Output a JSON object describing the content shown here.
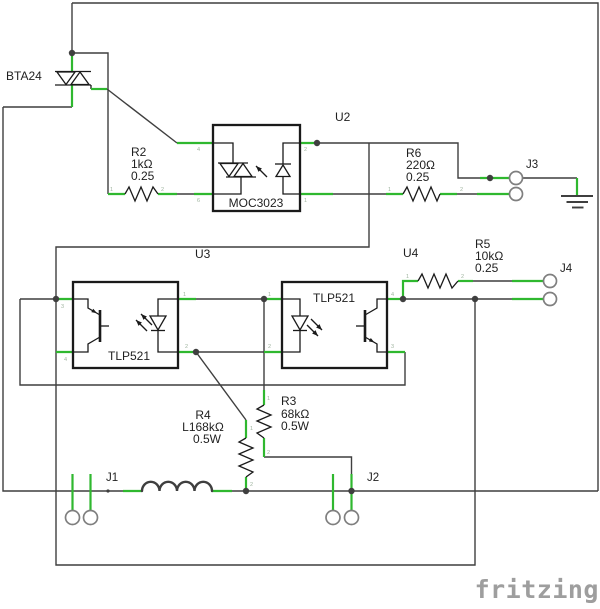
{
  "colors": {
    "wire": "#3f3f3f",
    "pin_green": "#2fb82f",
    "outline": "#1a1a1a",
    "connector_ring": "#7f7f7f",
    "label_text": "#1f1f1f",
    "pin_number_text": "#9fb49f",
    "logo_gray": "#9e9e9e",
    "background": "#ffffff"
  },
  "parts": {
    "triac": {
      "ref": "BTA24"
    },
    "u2": {
      "ref": "U2",
      "part": "MOC3023",
      "pins": {
        "p4": "4",
        "p6": "6",
        "p2": "2",
        "p1": "1"
      }
    },
    "u3": {
      "ref": "U3",
      "part": "TLP521",
      "pins": {
        "tl": "3",
        "bl": "4",
        "tr": "1",
        "br": "2"
      }
    },
    "u4": {
      "ref": "U4",
      "part": "TLP521",
      "pins": {
        "tl": "1",
        "bl": "2",
        "tr": "4",
        "br": "3"
      }
    },
    "r2": {
      "ref": "R2",
      "value": "1kΩ",
      "rating": "0.25",
      "pin1": "1",
      "pin2": "2"
    },
    "r6": {
      "ref": "R6",
      "value": "220Ω",
      "rating": "0.25",
      "pin1": "1",
      "pin2": "2"
    },
    "r5": {
      "ref": "R5",
      "value": "10kΩ",
      "rating": "0.25",
      "pin1": "1",
      "pin2": "2"
    },
    "r3": {
      "ref": "R3",
      "value": "68kΩ",
      "rating": "0.5W",
      "pin1": "1",
      "pin2": "2"
    },
    "r4": {
      "ref": "R4",
      "value": "L168kΩ",
      "rating": "0.5W",
      "pin1": "1",
      "pin2": "2"
    },
    "j1": {
      "ref": "J1"
    },
    "j2": {
      "ref": "J2"
    },
    "j3": {
      "ref": "J3"
    },
    "j4": {
      "ref": "J4"
    }
  },
  "logo": "fritzing"
}
